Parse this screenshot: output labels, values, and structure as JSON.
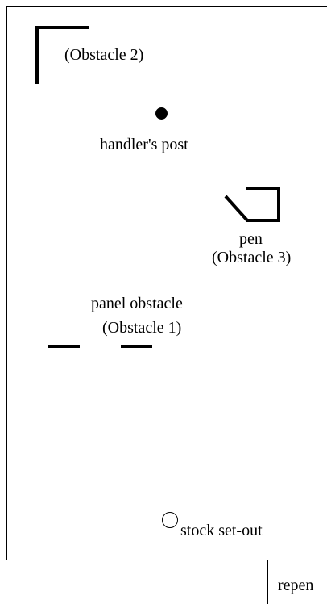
{
  "obstacle2": {
    "label": "(Obstacle 2)"
  },
  "handlers_post": {
    "label": "handler's post"
  },
  "pen": {
    "label": "pen",
    "sublabel": "(Obstacle 3)"
  },
  "panel_obstacle": {
    "label": "panel obstacle",
    "sublabel": "(Obstacle 1)"
  },
  "stock_setout": {
    "label": "stock set-out"
  },
  "footer": {
    "label": "repen"
  },
  "colors": {
    "ink": "#000000",
    "background": "#ffffff"
  }
}
